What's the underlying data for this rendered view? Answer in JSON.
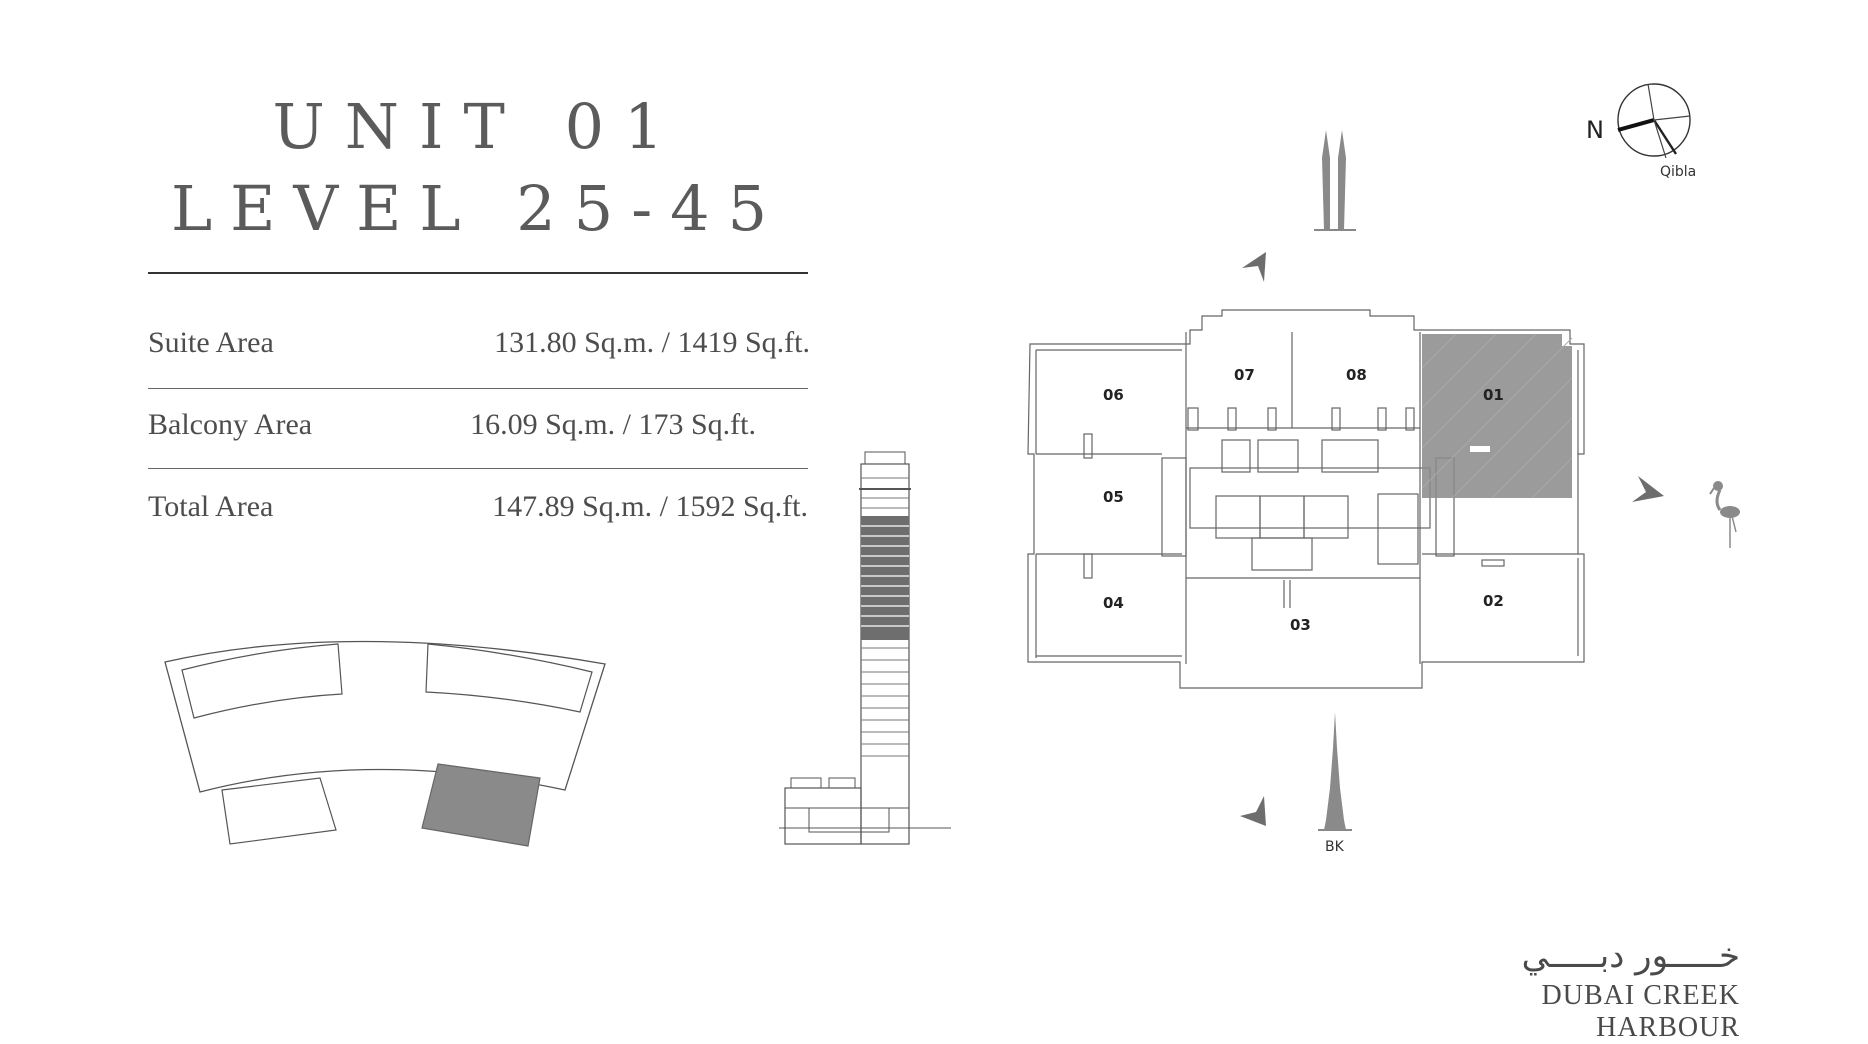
{
  "header": {
    "unit_title": "UNIT 01",
    "level_title": "LEVEL 25-45"
  },
  "areas": [
    {
      "label": "Suite Area",
      "value": "131.80 Sq.m. / 1419 Sq.ft."
    },
    {
      "label": "Balcony Area",
      "value": "16.09 Sq.m. / 173 Sq.ft."
    },
    {
      "label": "Total Area",
      "value": "147.89 Sq.m. / 1592 Sq.ft."
    }
  ],
  "compass": {
    "north_label": "N",
    "qibla_label": "Qibla"
  },
  "floor_plan": {
    "units": [
      "06",
      "07",
      "08",
      "01",
      "05",
      "04",
      "03",
      "02"
    ],
    "highlighted_unit": "01",
    "landmark_label": "BK"
  },
  "brand": {
    "arabic": "خـــــور دبـــــي",
    "english": "DUBAI CREEK HARBOUR"
  },
  "colors": {
    "highlight": "#8a8a8a",
    "line": "#555555"
  }
}
